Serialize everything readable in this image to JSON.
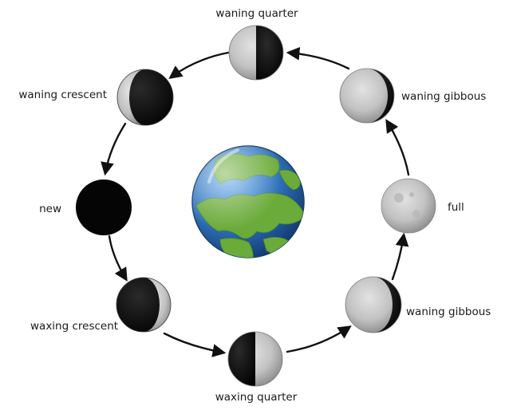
{
  "labels": {
    "top": "waning quarter",
    "upper_left": "waning crescent",
    "upper_right": "waning gibbous",
    "left": "new",
    "right": "full",
    "lower_left": "waxing crescent",
    "lower_right": "waning gibbous",
    "bottom": "waxing quarter"
  },
  "colors": {
    "moon_light": "#c9c9c9",
    "moon_shadow": "#141414",
    "earth_ocean": "#2c6fb7",
    "earth_land": "#6bab3a",
    "arrow": "#111111"
  }
}
